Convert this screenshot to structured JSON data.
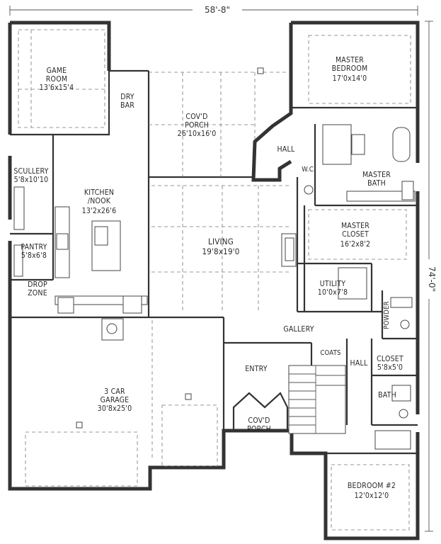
{
  "dimensions": {
    "width": "58'-8\"",
    "depth": "74'-0\""
  },
  "rooms": [
    {
      "id": "game-room",
      "name": "GAME\nROOM",
      "size": "13'6x15'4"
    },
    {
      "id": "dry-bar",
      "name": "DRY\nBAR",
      "size": ""
    },
    {
      "id": "covd-porch-rear",
      "name": "COV'D\nPORCH",
      "size": "26'10x16'0"
    },
    {
      "id": "master-bedroom",
      "name": "MASTER\nBEDROOM",
      "size": "17'0x14'0"
    },
    {
      "id": "hall-upper",
      "name": "HALL",
      "size": ""
    },
    {
      "id": "wc",
      "name": "W.C.",
      "size": ""
    },
    {
      "id": "master-bath",
      "name": "MASTER\nBATH",
      "size": ""
    },
    {
      "id": "scullery",
      "name": "SCULLERY",
      "size": "5'8x10'10"
    },
    {
      "id": "kitchen",
      "name": "KITCHEN\n/NOOK",
      "size": "13'2x26'6"
    },
    {
      "id": "living",
      "name": "LIVING",
      "size": "19'8x19'0"
    },
    {
      "id": "master-closet",
      "name": "MASTER\nCLOSET",
      "size": "16'2x8'2"
    },
    {
      "id": "pantry",
      "name": "PANTRY",
      "size": "5'8x6'8"
    },
    {
      "id": "utility",
      "name": "UTILITY",
      "size": "10'0x7'8"
    },
    {
      "id": "drop-zone",
      "name": "DROP\nZONE",
      "size": ""
    },
    {
      "id": "powder",
      "name": "POWDER",
      "size": ""
    },
    {
      "id": "gallery",
      "name": "GALLERY",
      "size": ""
    },
    {
      "id": "coats",
      "name": "COATS",
      "size": ""
    },
    {
      "id": "hall-lower",
      "name": "HALL",
      "size": ""
    },
    {
      "id": "closet",
      "name": "CLOSET",
      "size": "5'8x5'0"
    },
    {
      "id": "entry",
      "name": "ENTRY",
      "size": ""
    },
    {
      "id": "bath",
      "name": "BATH",
      "size": ""
    },
    {
      "id": "garage",
      "name": "3 CAR\nGARAGE",
      "size": "30'8x25'0"
    },
    {
      "id": "covd-porch-front",
      "name": "COV'D\nPORCH",
      "size": ""
    },
    {
      "id": "bedroom-2",
      "name": "BEDROOM #2",
      "size": "12'0x12'0"
    }
  ]
}
